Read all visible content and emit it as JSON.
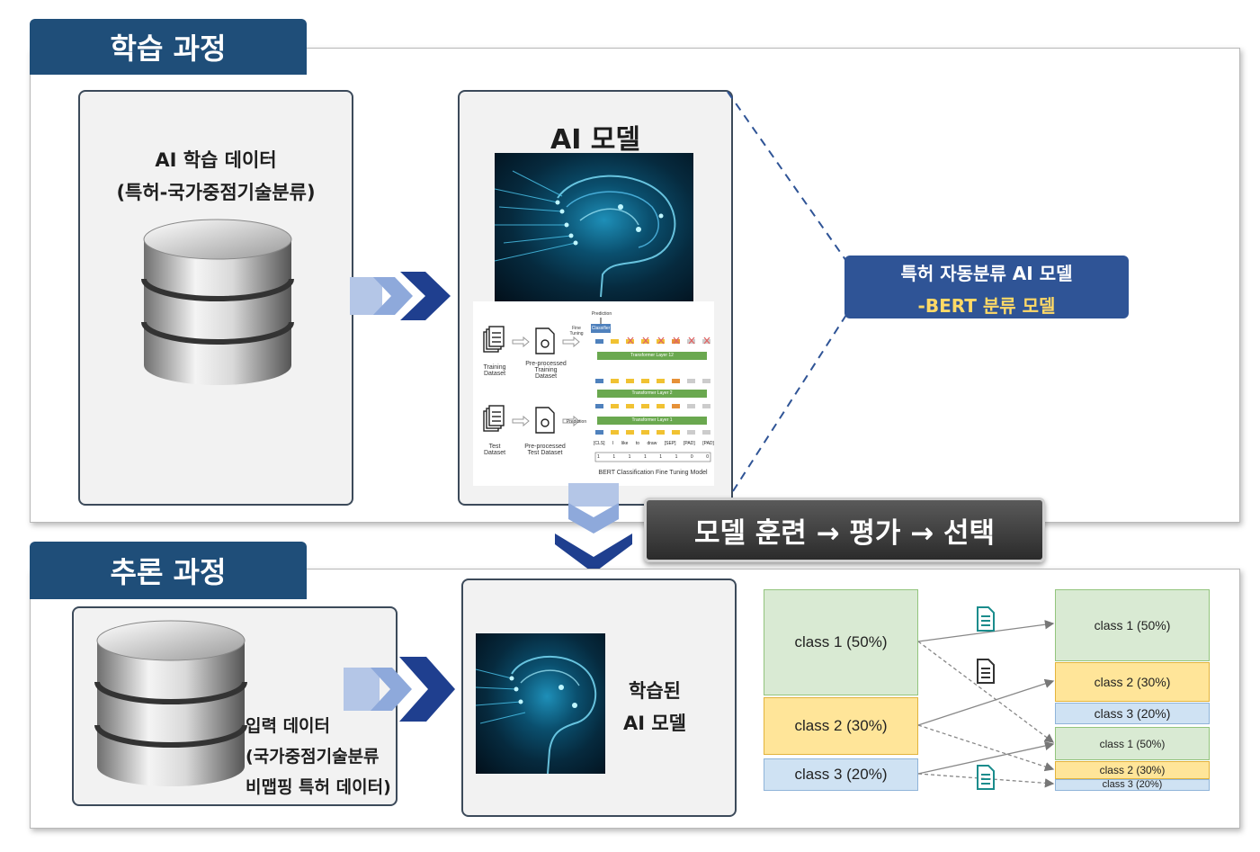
{
  "training": {
    "tab_label": "학습 과정",
    "data_box": {
      "line1": "AI 학습 데이터",
      "line2": "(특허-국가중점기술분류)"
    },
    "model_box": {
      "title": "AI 모델"
    },
    "bert_figure": {
      "training_dataset": "Training\nDataset",
      "preprocessed_training": "Pre-processed\nTraining\nDataset",
      "test_dataset": "Test\nDataset",
      "preprocessed_test": "Pre-processed\nTest Dataset",
      "fine_tuning": "Fine\nTuning",
      "prediction_top": "Prediction",
      "classifier": "Classifier",
      "prediction_side": "Prediction",
      "layer_12": "Transformer Layer 12",
      "layer_2": "Transformer Layer 2",
      "layer_1": "Transformer Layer 1",
      "tokens": [
        "[CLS]",
        "I",
        "like",
        "to",
        "draw",
        "[SEP]",
        "[PAD]",
        "[PAD]"
      ],
      "mask": [
        "1",
        "1",
        "1",
        "1",
        "1",
        "1",
        "0",
        "0"
      ],
      "caption": "BERT Classification Fine Tuning Model"
    },
    "callout": {
      "line1": "특허 자동분류 AI 모델",
      "line2_prefix": "-BERT",
      "line2_highlight": " 분류 모델"
    }
  },
  "process_bar": {
    "label": "모델 훈련 → 평가 → 선택"
  },
  "inference": {
    "tab_label": "추론 과정",
    "input_box": {
      "line1": "입력 데이터",
      "line2": "(국가중점기술분류",
      "line3": "비맵핑 특허 데이터)"
    },
    "model_box": {
      "line1": "학습된",
      "line2": "AI 모델"
    },
    "left_classes": [
      "class 1 (50%)",
      "class 2 (30%)",
      "class 3 (20%)"
    ],
    "right_group_1": [
      "class 1 (50%)",
      "class 2 (30%)",
      "class 3 (20%)"
    ],
    "right_group_2": [
      "class 1 (50%)",
      "class 2 (30%)",
      "class 3 (20%)"
    ]
  },
  "colors": {
    "navy": "#1f4e79",
    "callout": "#2f5496",
    "highlight": "#ffd966",
    "arrow_dark": "#1f3f8f",
    "arrow_light": "#8ea9db"
  }
}
